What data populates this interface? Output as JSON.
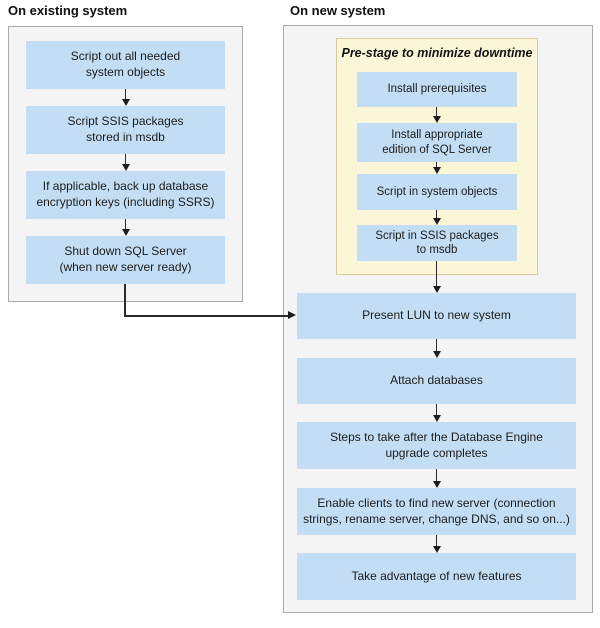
{
  "diagram": {
    "left_panel": {
      "title": "On existing system",
      "steps": [
        "Script out all needed\nsystem objects",
        "Script SSIS packages\nstored in msdb",
        "If applicable, back up database\nencryption keys (including SSRS)",
        "Shut down SQL Server\n(when new server ready)"
      ]
    },
    "right_panel": {
      "title": "On new system",
      "prestage": {
        "title": "Pre-stage to minimize downtime",
        "steps": [
          "Install prerequisites",
          "Install appropriate\nedition of SQL Server",
          "Script in system objects",
          "Script in SSIS packages\nto msdb"
        ]
      },
      "steps": [
        "Present LUN to new system",
        "Attach databases",
        "Steps to take after the Database Engine\nupgrade completes",
        "Enable clients to find new server (connection\nstrings, rename server, change DNS, and so on...)",
        "Take advantage of new features"
      ]
    },
    "colors": {
      "step_fill": "#c3def4",
      "panel_fill": "#f4f4f5",
      "panel_border": "#aaaaaa",
      "prestage_fill": "#fcf6d8",
      "prestage_border": "#d9cc99",
      "arrow": "#1c1c1c",
      "text": "#1c1c1c"
    }
  }
}
